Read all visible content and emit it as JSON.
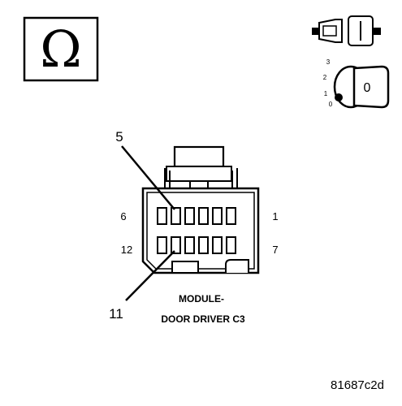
{
  "icons": {
    "ohmmeter_symbol": "Ω",
    "meter_icon": "ohm-meter-icon",
    "connector_icon": "disconnected-connector-icon",
    "ignition_icon": "ignition-key-icon"
  },
  "ignition": {
    "positions": [
      "3",
      "2",
      "1",
      "0"
    ],
    "key_label": "0"
  },
  "connector": {
    "callouts": {
      "top": "5",
      "bottom": "11"
    },
    "side_labels": {
      "top_left": "6",
      "top_right": "1",
      "bottom_left": "12",
      "bottom_right": "7"
    },
    "caption_line1": "MODULE-",
    "caption_line2": "DOOR DRIVER C3"
  },
  "figure_id": "81687c2d"
}
